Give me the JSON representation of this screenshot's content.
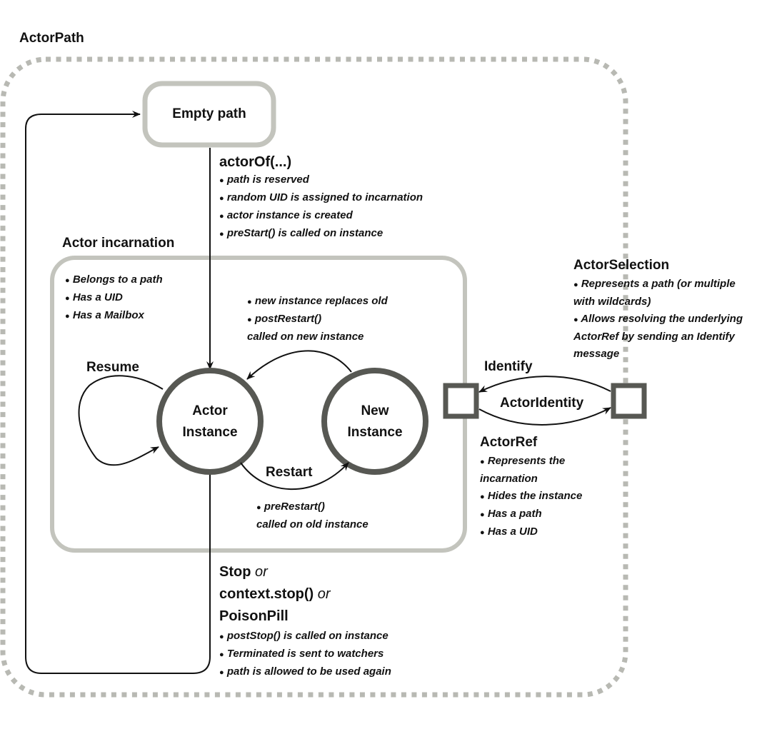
{
  "diagram": {
    "colors": {
      "dotted_border": "#b8b9b3",
      "box_border": "#c3c4bd",
      "circle_border": "#575853",
      "text": "#111111",
      "arrow": "#111111"
    },
    "actor_path": {
      "title": "ActorPath"
    },
    "empty_path": {
      "label": "Empty path"
    },
    "actor_of": {
      "title": "actorOf(...)",
      "bullets": [
        "path is reserved",
        "random UID is assigned to incarnation",
        "actor instance is created",
        "preStart() is called on instance"
      ]
    },
    "actor_incarnation": {
      "title": "Actor incarnation",
      "bullets": [
        "Belongs to a path",
        "Has a UID",
        "Has a Mailbox"
      ]
    },
    "restart_back": {
      "bullets": [
        "new instance replaces old",
        "postRestart()"
      ],
      "continuation": "called on new instance"
    },
    "resume": {
      "label": "Resume"
    },
    "actor_instance": {
      "line1": "Actor",
      "line2": "Instance"
    },
    "new_instance": {
      "line1": "New",
      "line2": "Instance"
    },
    "restart": {
      "label": "Restart",
      "bullet": "preRestart()",
      "continuation": "called on old instance"
    },
    "stop": {
      "line1_bold": "Stop",
      "line1_italic": "or",
      "line2_bold": "context.stop()",
      "line2_italic": "or",
      "line3_bold": "PoisonPill",
      "bullets": [
        "postStop() is called on instance",
        "Terminated is sent to watchers",
        "path is allowed to be used again"
      ]
    },
    "actor_selection": {
      "title": "ActorSelection",
      "bullet1": "Represents a path (or multiple",
      "bullet1_cont": "with wildcards)",
      "bullet2": "Allows resolving the underlying",
      "bullet2_cont1": "ActorRef by sending an Identify",
      "bullet2_cont2": "message"
    },
    "identify": {
      "label": "Identify"
    },
    "actor_identity": {
      "label": "ActorIdentity"
    },
    "actor_ref": {
      "title": "ActorRef",
      "bullet1": "Represents the",
      "bullet1_cont": "incarnation",
      "bullets": [
        "Hides the instance",
        "Has a path",
        "Has a UID"
      ]
    },
    "bullet_glyph": "●"
  }
}
